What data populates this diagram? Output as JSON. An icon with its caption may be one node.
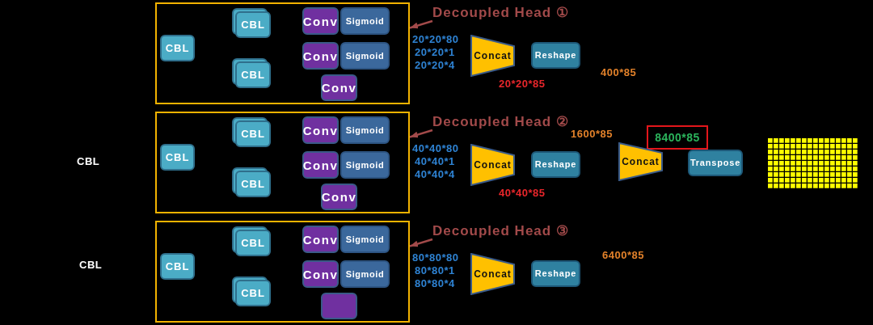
{
  "diagram": {
    "nodes": [
      {
        "text": [],
        "shape": "box"
      },
      {
        "text": [
          "CBL"
        ],
        "in": 0
      },
      {
        "text": [
          "CBL"
        ],
        "in": 0
      },
      {
        "text": [
          "CBL"
        ],
        "in": 0
      },
      {
        "text": [
          "Conv"
        ],
        "in": 0
      },
      {
        "text": [
          "Sigmoid"
        ],
        "in": 0
      },
      {
        "text": [
          "Conv"
        ],
        "in": 0
      },
      {
        "text": [
          "Sigmoid"
        ],
        "in": 0
      },
      {
        "text": [
          "Conv"
        ],
        "in": 0
      },
      {
        "text": [
          "Decoupled Head ①"
        ]
      },
      {
        "text": [
          "Concat"
        ]
      },
      {
        "text": [
          "Reshape"
        ]
      },
      {
        "text": [],
        "shape": "box"
      },
      {
        "text": [
          "CBL"
        ],
        "in": 12
      },
      {
        "text": [
          "CBL"
        ],
        "in": 12
      },
      {
        "text": [
          "CBL"
        ],
        "in": 12
      },
      {
        "text": [
          "Conv"
        ],
        "in": 12
      },
      {
        "text": [
          "Sigmoid"
        ],
        "in": 12
      },
      {
        "text": [
          "Conv"
        ],
        "in": 12
      },
      {
        "text": [
          "Sigmoid"
        ],
        "in": 12
      },
      {
        "text": [
          "Conv"
        ],
        "in": 12
      },
      {
        "text": [
          "Decoupled Head ②"
        ]
      },
      {
        "text": [
          "Concat"
        ]
      },
      {
        "text": [
          "Reshape"
        ]
      },
      {
        "text": [
          "8400*85"
        ]
      },
      {
        "text": [
          "Concat"
        ]
      },
      {
        "text": [
          "Transpose"
        ]
      },
      {
        "text": [],
        "shape": "grid"
      },
      {
        "text": [],
        "shape": "box"
      },
      {
        "text": [
          "CBL"
        ],
        "in": 28
      },
      {
        "text": [
          "CBL"
        ],
        "in": 28
      },
      {
        "text": [
          "CBL"
        ],
        "in": 28
      },
      {
        "text": [
          "Conv"
        ],
        "in": 28
      },
      {
        "text": [
          "Sigmoid"
        ],
        "in": 28
      },
      {
        "text": [
          "Conv"
        ],
        "in": 28
      },
      {
        "text": [
          "Sigmoid"
        ],
        "in": 28
      },
      {
        "text": [],
        "shape": "box",
        "in": 28
      },
      {
        "text": [
          "Decoupled Head ③"
        ]
      },
      {
        "text": [
          "Concat"
        ]
      },
      {
        "text": [
          "Reshape"
        ]
      }
    ],
    "edges": [
      {
        "from": 9,
        "to": 0,
        "arrow": "to"
      },
      {
        "from": 21,
        "to": 12,
        "arrow": "to"
      },
      {
        "from": 37,
        "to": 28,
        "arrow": "to"
      }
    ],
    "labels": [
      "20*20*80",
      "20*20*1",
      "20*20*4",
      "400*85",
      "20*20*85",
      "CBL",
      "40*40*80",
      "40*40*1",
      "40*40*4",
      "1600*85",
      "40*40*85",
      "CBL",
      "80*80*80",
      "80*80*1",
      "80*80*4",
      "6400*85"
    ]
  }
}
